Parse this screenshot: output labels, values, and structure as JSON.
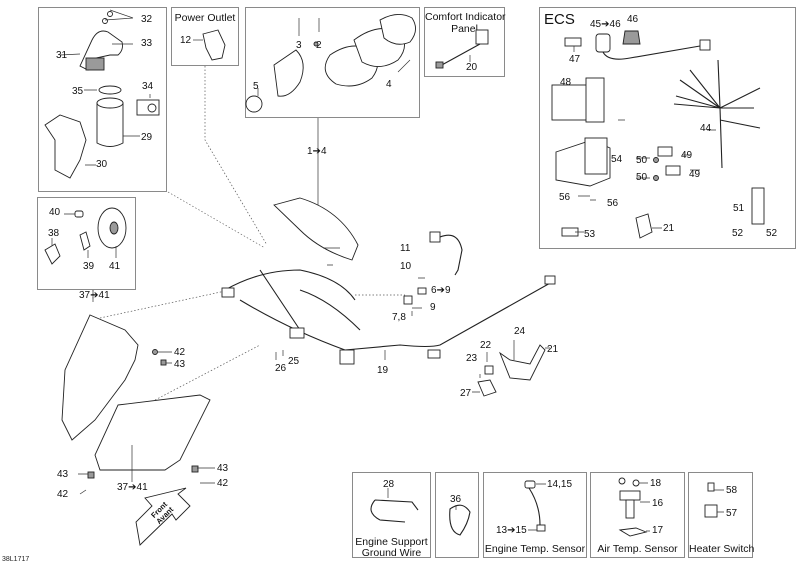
{
  "diagram": {
    "drawing_code": "38L1717",
    "callouts_main": {
      "instrument_assy": "1➔4",
      "ignition_assy": "6➔9",
      "item_7_8": "7,8",
      "item_9": "9",
      "item_10": "10",
      "item_11": "11",
      "item_19": "19",
      "item_21": "21",
      "item_22": "22",
      "item_23": "23",
      "item_24": "24",
      "item_25": "25",
      "item_26": "26",
      "item_27": "27",
      "headlight_assy_top": "37➔41",
      "headlight_assy_bottom": "37➔41",
      "item_42_a": "42",
      "item_43_a": "43",
      "item_43_b": "43",
      "item_42_b": "42",
      "item_43_c": "43",
      "item_42_c": "42"
    },
    "direction_arrow": {
      "line1": "Front",
      "line2": "Avant"
    }
  },
  "panels": {
    "fuse_box": {
      "callouts": {
        "i29": "29",
        "i30": "30",
        "i31": "31",
        "i32": "32",
        "i33": "33",
        "i34": "34",
        "i35": "35"
      }
    },
    "power_outlet": {
      "title": "Power Outlet",
      "callouts": {
        "i12": "12"
      }
    },
    "gauge": {
      "callouts": {
        "i2": "2",
        "i3": "3",
        "i4": "4",
        "i5": "5"
      }
    },
    "comfort_indicator": {
      "title_line1": "Comfort Indicator",
      "title_line2": "Panel",
      "callouts": {
        "i20": "20"
      }
    },
    "ecs": {
      "title": "ECS",
      "callouts": {
        "i44": "44",
        "i45_46": "45➔46",
        "i46": "46",
        "i47": "47",
        "i48": "48",
        "i49a": "49",
        "i49b": "49",
        "i50a": "50",
        "i50b": "50",
        "i51": "51",
        "i52a": "52",
        "i52b": "52",
        "i53": "53",
        "i54": "54",
        "i56a": "56",
        "i56b": "56",
        "i21": "21"
      }
    },
    "headlight_bulb": {
      "callouts": {
        "i38": "38",
        "i39": "39",
        "i40": "40",
        "i41": "41"
      }
    },
    "engine_support_ground_wire": {
      "title_line1": "Engine Support",
      "title_line2": "Ground Wire",
      "callouts": {
        "i28": "28"
      }
    },
    "strap": {
      "callouts": {
        "i36": "36"
      }
    },
    "engine_temp_sensor": {
      "title": "Engine Temp. Sensor",
      "callouts": {
        "i14_15": "14,15",
        "i13_15": "13➔15"
      }
    },
    "air_temp_sensor": {
      "title": "Air Temp. Sensor",
      "callouts": {
        "i16": "16",
        "i17": "17",
        "i18": "18"
      }
    },
    "heater_switch": {
      "title": "Heater Switch",
      "callouts": {
        "i57": "57",
        "i58": "58"
      }
    }
  }
}
